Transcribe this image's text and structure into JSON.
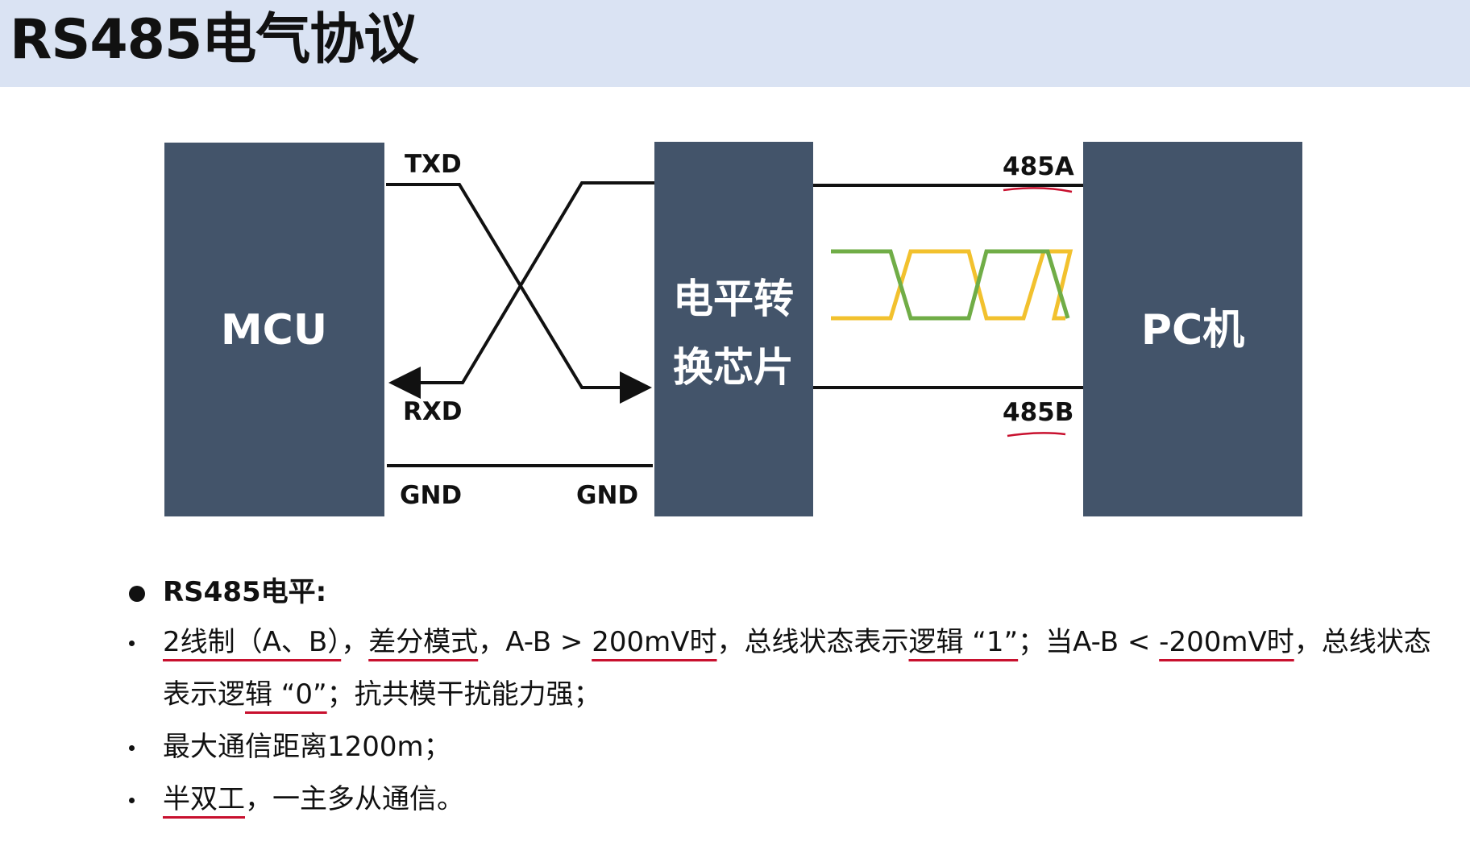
{
  "title": "RS485电气协议",
  "colors": {
    "box": "#43546a",
    "header_band": "#dae3f3",
    "wave_a": "#f2c12e",
    "wave_b": "#70ad47",
    "annotation": "#c8102e"
  },
  "diagram": {
    "mcu_label": "MCU",
    "converter_label_line1": "电平转",
    "converter_label_line2": "换芯片",
    "pc_label": "PC机",
    "txd": "TXD",
    "rxd": "RXD",
    "gnd_left": "GND",
    "gnd_right": "GND",
    "line_a": "485A",
    "line_b": "485B"
  },
  "bullets": {
    "heading": "RS485电平:",
    "item1": {
      "s1": "2线制（A、B）",
      "s2": "，",
      "s3": "差分模式",
      "s4": "，A-B > ",
      "s5": "200mV时",
      "s6": "，总线状态表示",
      "s7": "逻辑 “1”",
      "s8": "；当A-B < ",
      "s9": "-200mV时",
      "s10": "，总线状态表示逻",
      "s11": "辑 “0”",
      "s12": "；抗共模干扰能力强；"
    },
    "item2": "最大通信距离1200m；",
    "item3": {
      "s1": "半双工",
      "s2": "，一主多从通信。"
    }
  }
}
